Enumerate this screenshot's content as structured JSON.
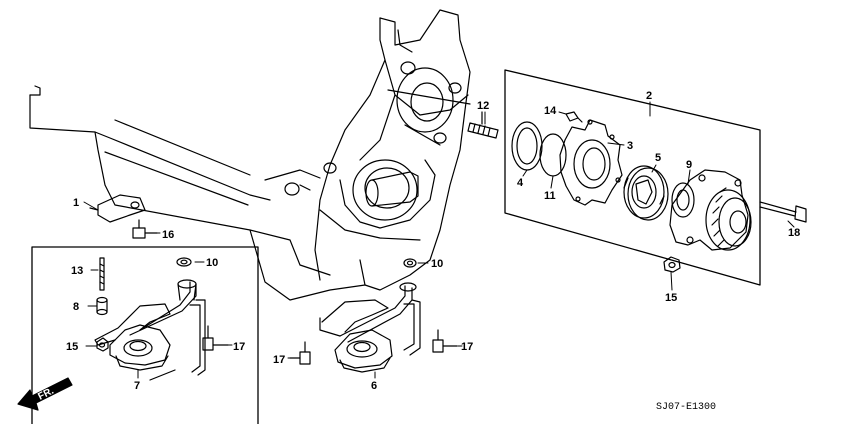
{
  "callouts": {
    "c1": "1",
    "c2": "2",
    "c3": "3",
    "c4": "4",
    "c5": "5",
    "c6": "6",
    "c7": "7",
    "c8": "8",
    "c9": "9",
    "c10a": "10",
    "c10b": "10",
    "c11": "11",
    "c12": "12",
    "c13": "13",
    "c14": "14",
    "c15a": "15",
    "c15b": "15",
    "c16": "16",
    "c17a": "17",
    "c17b": "17",
    "c17c": "17",
    "c18": "18"
  },
  "front_arrow_label": "FR.",
  "diagram_code": "SJ07-E1300",
  "colors": {
    "line": "#000000",
    "background": "#ffffff"
  }
}
